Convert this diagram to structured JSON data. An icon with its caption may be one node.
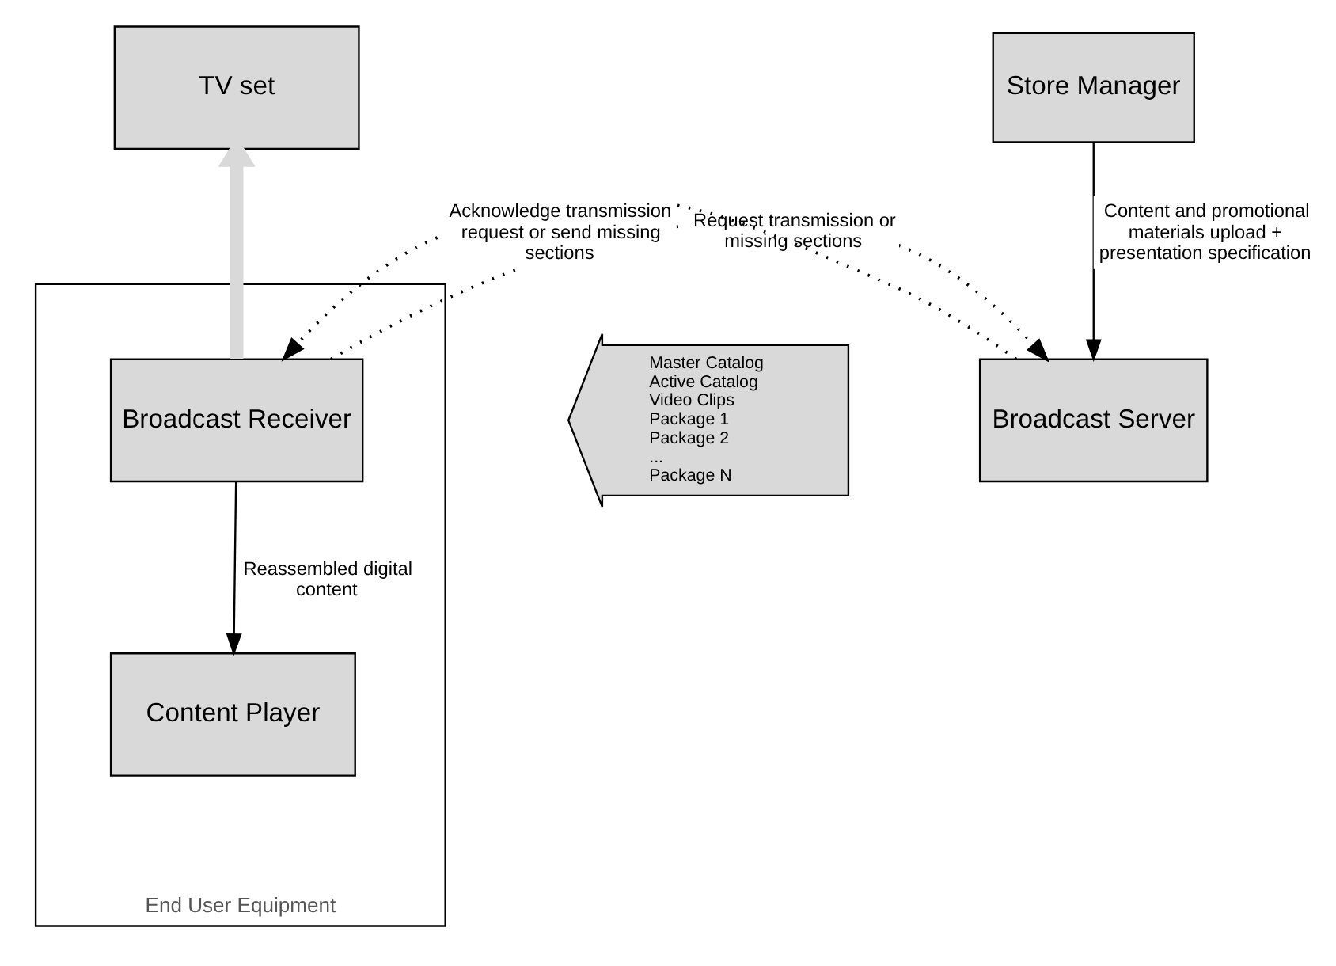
{
  "diagram": {
    "nodes": [
      {
        "text": [
          "Store Manager"
        ]
      },
      {
        "text": [
          "TV set"
        ]
      },
      {
        "text": [
          "End User Equipment"
        ]
      },
      {
        "text": [
          "Broadcast Receiver"
        ],
        "in": 2
      },
      {
        "text": [
          "Content Player"
        ],
        "in": 2
      },
      {
        "text": [
          "Master Catalog",
          "Active Catalog",
          "Video Clips",
          "Package 1",
          "Package 2",
          "...",
          "Package N"
        ]
      },
      {
        "text": [
          "Broadcast Server"
        ]
      }
    ],
    "edges": [
      {
        "from": 3,
        "to": 1,
        "arrow": "to",
        "style": "thick",
        "color": "#d9d9d9"
      },
      {
        "from": 0,
        "to": 6,
        "arrow": "to",
        "label": "Content and promotional materials upload + presentation specification"
      },
      {
        "from": 3,
        "to": 4,
        "arrow": "to",
        "label": "Reassembled digital content"
      },
      {
        "from": 3,
        "to": 6,
        "arrow": "to",
        "style": "dashed",
        "label": "Request transmission or missing sections"
      },
      {
        "from": 6,
        "to": 3,
        "arrow": "to",
        "style": "dashed",
        "label": "Acknowledge transmission request or send missing sections"
      }
    ]
  }
}
